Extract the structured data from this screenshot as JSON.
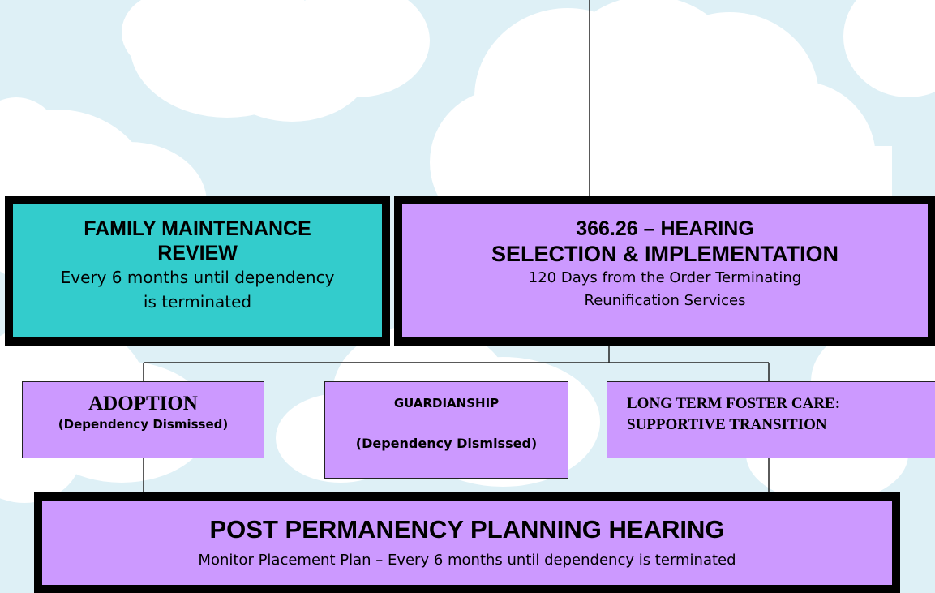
{
  "family_maintenance": {
    "title_line1": "FAMILY MAINTENANCE",
    "title_line2": "REVIEW",
    "desc_line1": "Every 6 months until dependency",
    "desc_line2": "is terminated"
  },
  "hearing_366_26": {
    "title_line1": "366.26 – HEARING",
    "title_line2": "SELECTION & IMPLEMENTATION",
    "desc_line1": "120 Days from the Order Terminating",
    "desc_line2": "Reunification Services"
  },
  "adoption": {
    "title": "ADOPTION",
    "subtitle": "(Dependency Dismissed)"
  },
  "guardianship": {
    "title": "GUARDIANSHIP",
    "subtitle": "(Dependency Dismissed)"
  },
  "long_term_foster_care": {
    "title_line1": "LONG TERM FOSTER CARE:",
    "title_line2": "SUPPORTIVE TRANSITION"
  },
  "post_permanency": {
    "title": "POST PERMANENCY PLANNING HEARING",
    "desc": "Monitor Placement Plan – Every 6 months until dependency is terminated"
  },
  "colors": {
    "background": "#def0f6",
    "cloud": "#ffffff",
    "teal_box": "#33cccc",
    "violet_box": "#cc99ff",
    "border": "#000000"
  }
}
